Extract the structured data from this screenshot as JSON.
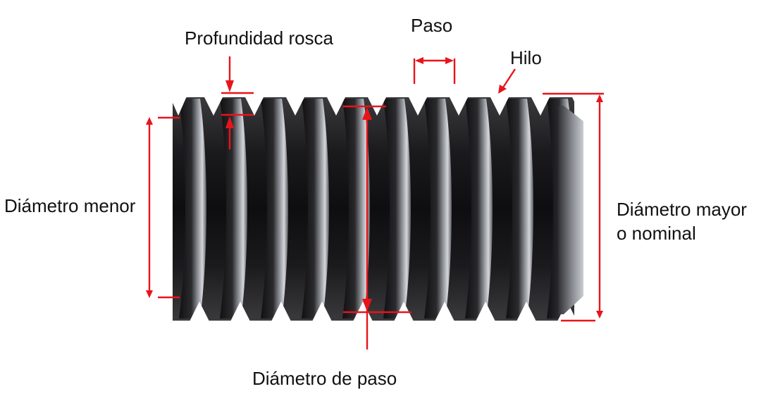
{
  "labels": {
    "thread_depth": "Profundidad rosca",
    "pitch": "Paso",
    "thread": "Hilo",
    "minor_diameter": "Diámetro menor",
    "major_diameter_line1": "Diámetro mayor",
    "major_diameter_line2": "o nominal",
    "pitch_diameter": "Diámetro de paso"
  },
  "colors": {
    "dimension_lines": "#e8141b",
    "screw_body": "#1c1c1e",
    "thread_highlight": "#cfd2d6",
    "label_text": "#111111"
  }
}
